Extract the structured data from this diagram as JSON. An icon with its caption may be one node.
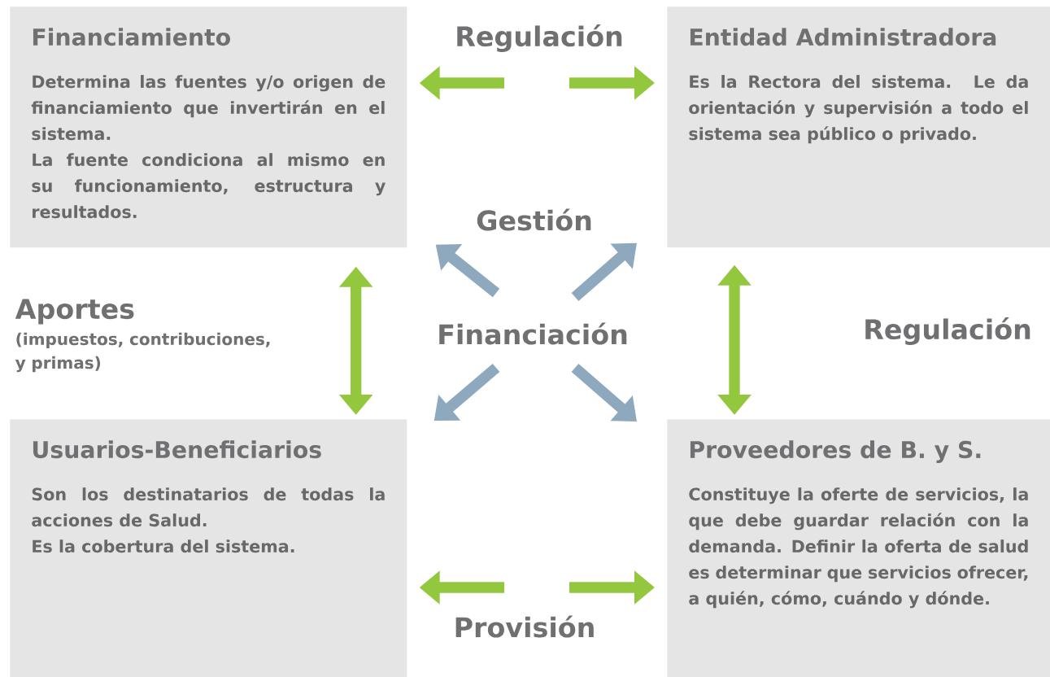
{
  "diagram": {
    "nodes": [
      {
        "text": [
          "Financiamiento",
          "Determina las fuentes y/o origen de financiamiento que invertirán en el sistema.",
          "La fuente condiciona al mismo en su funcionamiento, estructura y resultados."
        ]
      },
      {
        "text": [
          "Entidad Administradora",
          "Es la Rectora del sistema. Le da orientación y supervisión a todo el sistema sea público o privado."
        ]
      },
      {
        "text": [
          "Usuarios-Beneficiarios",
          "Son los destinatarios de todas la acciones de Salud.",
          "Es la cobertura del sistema."
        ]
      },
      {
        "text": [
          "Proveedores de B. y S.",
          "Constituye la oferte de servicios, la que debe guardar relación con la demanda. Definir la oferta de salud es determinar que servicios ofrecer, a quién, cómo, cuándo y dónde."
        ]
      },
      {
        "text": [
          "Financiación"
        ]
      }
    ],
    "edges": [
      {
        "from": null,
        "to": 0,
        "arrow": "to",
        "color": "#93c83e"
      },
      {
        "from": null,
        "to": 1,
        "arrow": "to",
        "color": "#93c83e"
      },
      {
        "from": 0,
        "to": 2,
        "arrow": "both",
        "color": "#93c83e"
      },
      {
        "from": 1,
        "to": 3,
        "arrow": "both",
        "color": "#93c83e"
      },
      {
        "from": null,
        "to": 2,
        "arrow": "to",
        "color": "#93c83e"
      },
      {
        "from": null,
        "to": 3,
        "arrow": "to",
        "color": "#93c83e"
      },
      {
        "from": 4,
        "to": 0,
        "arrow": "to",
        "color": "#8ea8bd"
      },
      {
        "from": 4,
        "to": 1,
        "arrow": "to",
        "color": "#8ea8bd"
      },
      {
        "from": 4,
        "to": 2,
        "arrow": "to",
        "color": "#8ea8bd"
      },
      {
        "from": 4,
        "to": 3,
        "arrow": "to",
        "color": "#8ea8bd"
      }
    ],
    "labels": [
      "Regulación",
      "Gestión",
      "Aportes",
      "(impuestos, contribuciones, y primas)",
      "Regulación",
      "Provisión"
    ]
  }
}
